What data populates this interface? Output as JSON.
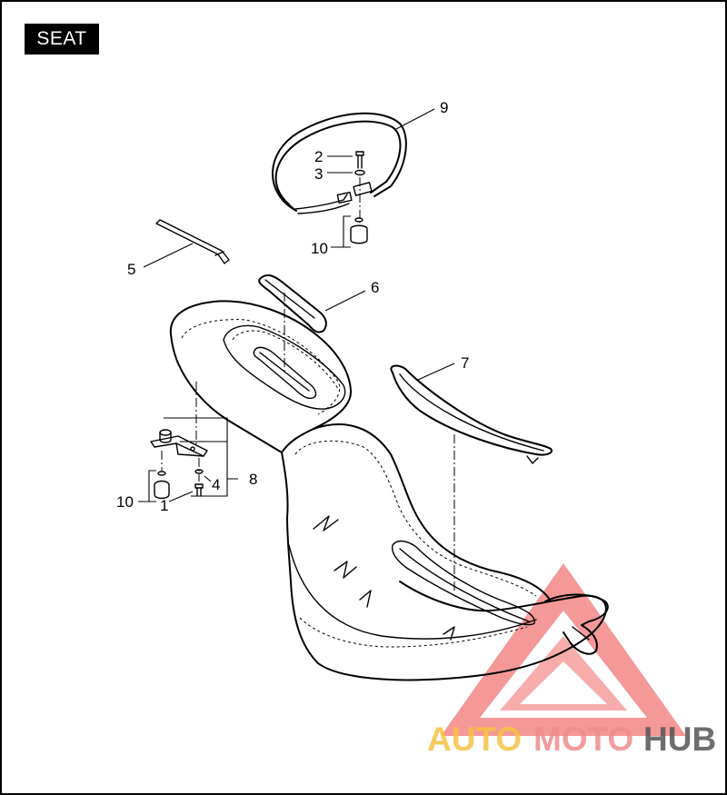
{
  "title": "SEAT",
  "callouts": {
    "c1": "1",
    "c2": "2",
    "c3": "3",
    "c4": "4",
    "c5": "5",
    "c6": "6",
    "c7": "7",
    "c8": "8",
    "c9": "9",
    "c10a": "10",
    "c10b": "10"
  },
  "watermark": {
    "part1": "AUTO",
    "part2": "MOTO",
    "part3": "HUB",
    "colors": {
      "part1": "#f5c242",
      "part2": "#f08c8c",
      "part3": "#555555",
      "triangle": "#ee4444"
    }
  }
}
